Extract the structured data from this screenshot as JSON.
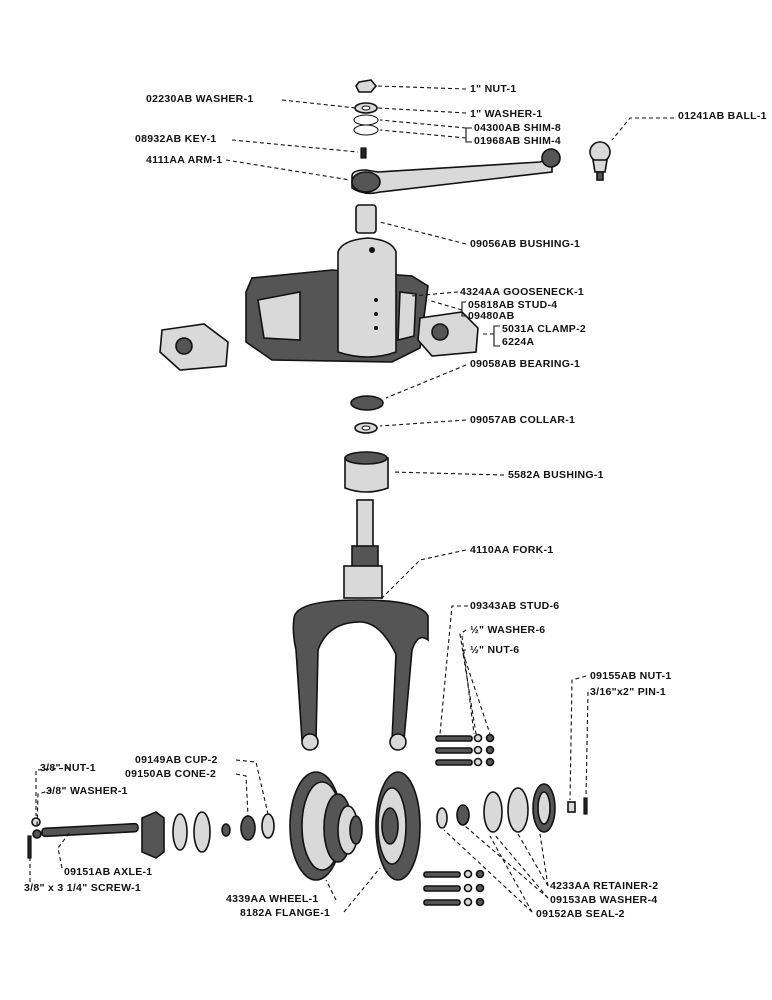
{
  "callouts": {
    "nut_1in": "1\" NUT-1",
    "washer_02230ab": "02230AB WASHER-1",
    "washer_1in": "1\" WASHER-1",
    "shim_04300ab": "04300AB SHIM-8",
    "shim_01968ab": "01968AB SHIM-4",
    "ball_01241ab": "01241AB BALL-1",
    "key_08932ab": "08932AB KEY-1",
    "arm_4111aa": "4111AA ARM-1",
    "bushing_09056ab": "09056AB BUSHING-1",
    "gooseneck_4324aa": "4324AA GOOSENECK-1",
    "stud_05818ab": "05818AB STUD-4",
    "part_09480ab": "09480AB",
    "clamp_5031a": "5031A CLAMP-2",
    "part_6224a": "6224A",
    "bearing_09058ab": "09058AB BEARING-1",
    "collar_09057ab": "09057AB COLLAR-1",
    "bushing_5582a": "5582A BUSHING-1",
    "fork_4110aa": "4110AA FORK-1",
    "stud_09343ab": "09343AB STUD-6",
    "washer_half": "½\" WASHER-6",
    "nut_half": "½\" NUT-6",
    "nut_09155ab": "09155AB NUT-1",
    "pin_3_16": "3/16\"x2\" PIN-1",
    "cup_09149ab": "09149AB CUP-2",
    "cone_09150ab": "09150AB CONE-2",
    "nut_3_8": "3/8\" NUT-1",
    "washer_3_8": "3/8\" WASHER-1",
    "axle_09151ab": "09151AB AXLE-1",
    "screw_3_8": "3/8\" x 3 1/4\" SCREW-1",
    "wheel_4339aa": "4339AA WHEEL-1",
    "flange_8182a": "8182A FLANGE-1",
    "retainer_4233aa": "4233AA RETAINER-2",
    "washer_09153ab": "09153AB WASHER-4",
    "seal_09152ab": "09152AB SEAL-2"
  }
}
